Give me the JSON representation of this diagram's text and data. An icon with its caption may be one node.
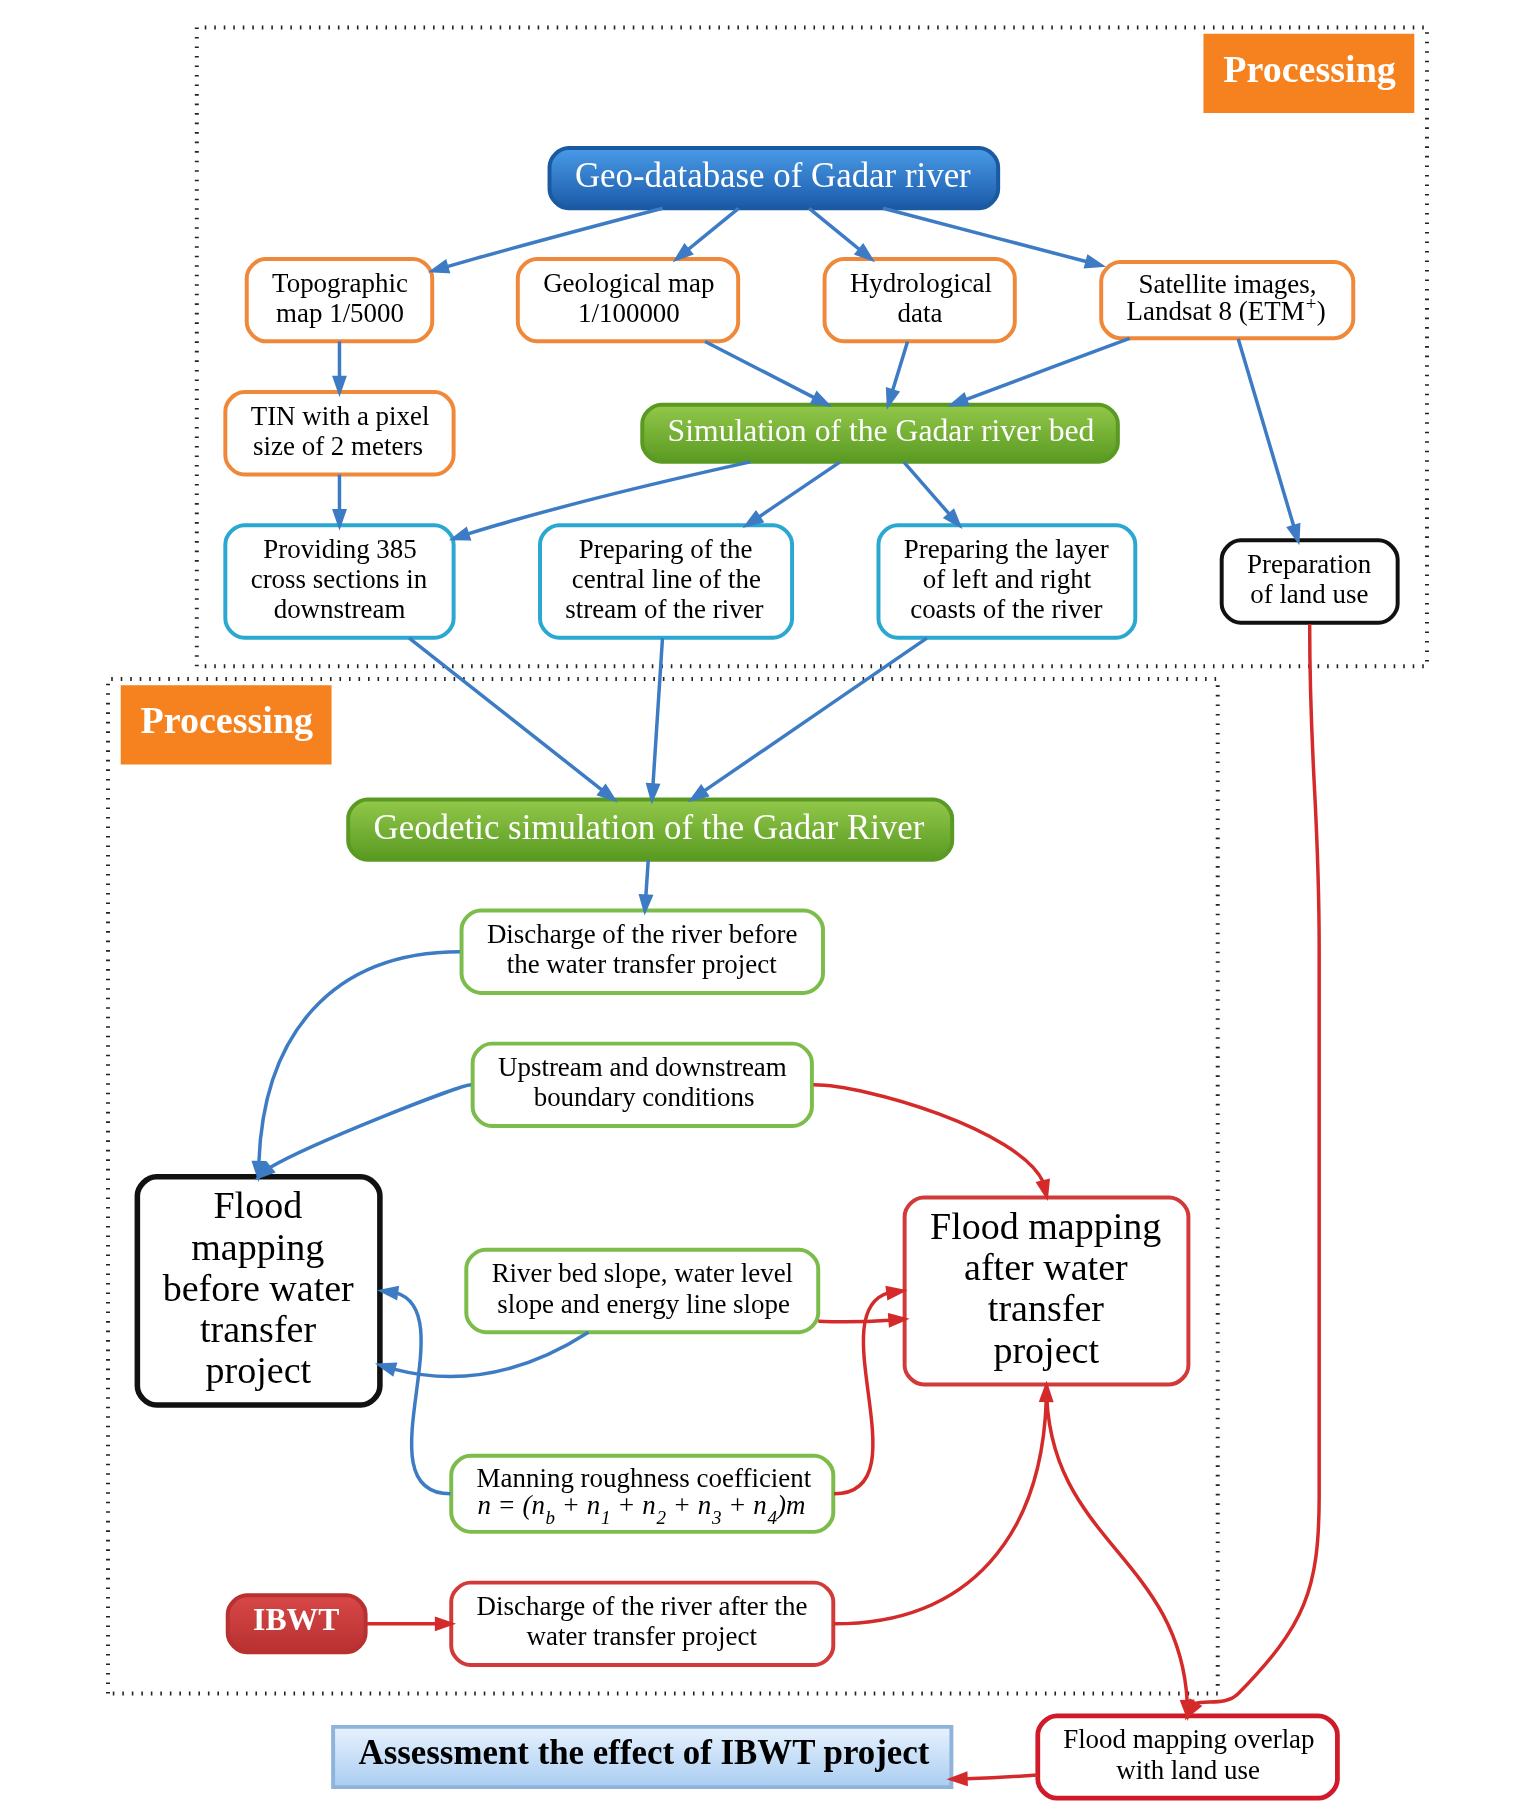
{
  "diagram": {
    "nodes": [
      {
        "text": [
          "Processing"
        ]
      },
      {
        "text": [
          "Geo-database of Gadar river"
        ],
        "in": 0
      },
      {
        "text": [
          "Topographic map 1/5000"
        ],
        "in": 0
      },
      {
        "text": [
          "Geological map 1/100000"
        ],
        "in": 0
      },
      {
        "text": [
          "Hydrological data"
        ],
        "in": 0
      },
      {
        "text": [
          "Satellite images, Landsat 8 (ETM$^{+}$)"
        ],
        "in": 0
      },
      {
        "text": [
          "TIN with a pixel size of 2 meters"
        ],
        "in": 0
      },
      {
        "text": [
          "Simulation of the Gadar river bed"
        ],
        "in": 0
      },
      {
        "text": [
          "Providing 385 cross sections in downstream"
        ],
        "in": 0
      },
      {
        "text": [
          "Preparing of the central line of the stream of the river"
        ],
        "in": 0
      },
      {
        "text": [
          "Preparing the layer of left and right coasts of the river"
        ],
        "in": 0
      },
      {
        "text": [
          "Preparation of land use"
        ],
        "in": 0
      },
      {
        "text": [
          "Processing"
        ]
      },
      {
        "text": [
          "Geodetic simulation of the Gadar River"
        ],
        "in": 12
      },
      {
        "text": [
          "Discharge of the river before the water transfer project"
        ],
        "in": 12
      },
      {
        "text": [
          "Upstream and downstream boundary conditions"
        ],
        "in": 12
      },
      {
        "text": [
          "Flood mapping before water transfer project"
        ],
        "in": 12
      },
      {
        "text": [
          "River bed slope, water level slope and energy line slope"
        ],
        "in": 12
      },
      {
        "text": [
          "Flood mapping after water transfer project"
        ],
        "in": 12
      },
      {
        "text": [
          "Manning roughness coefficient",
          "n = (n$_{b}$ + n$_{1}$ + n$_{2}$ + n$_{3}$ + n$_{4}$)m"
        ],
        "in": 12
      },
      {
        "text": [
          "IBWT"
        ],
        "in": 12
      },
      {
        "text": [
          "Discharge of the river after the water transfer project"
        ],
        "in": 12
      },
      {
        "text": [
          "Assessment the effect of IBWT project"
        ]
      },
      {
        "text": [
          "Flood mapping overlap with land use"
        ]
      }
    ],
    "edges": [
      {
        "from": 1,
        "to": 2,
        "arrow": "to"
      },
      {
        "from": 1,
        "to": 3,
        "arrow": "to"
      },
      {
        "from": 1,
        "to": 4,
        "arrow": "to"
      },
      {
        "from": 1,
        "to": 5,
        "arrow": "to"
      },
      {
        "from": 2,
        "to": 6,
        "arrow": "to"
      },
      {
        "from": 3,
        "to": 7,
        "arrow": "to"
      },
      {
        "from": 4,
        "to": 7,
        "arrow": "to"
      },
      {
        "from": 5,
        "to": 7,
        "arrow": "to"
      },
      {
        "from": 5,
        "to": 11,
        "arrow": "to"
      },
      {
        "from": 6,
        "to": 8,
        "arrow": "to"
      },
      {
        "from": 7,
        "to": 8,
        "arrow": "to"
      },
      {
        "from": 7,
        "to": 9,
        "arrow": "to"
      },
      {
        "from": 7,
        "to": 10,
        "arrow": "to"
      },
      {
        "from": 8,
        "to": 13,
        "arrow": "to"
      },
      {
        "from": 9,
        "to": 13,
        "arrow": "to"
      },
      {
        "from": 10,
        "to": 13,
        "arrow": "to"
      },
      {
        "from": 11,
        "to": 23,
        "arrow": "to",
        "color": "#d42a2a"
      },
      {
        "from": 13,
        "to": 14,
        "arrow": "to"
      },
      {
        "from": 14,
        "to": 16,
        "arrow": "to"
      },
      {
        "from": 15,
        "to": 16,
        "arrow": "to"
      },
      {
        "from": 17,
        "to": 16,
        "arrow": "to"
      },
      {
        "from": 19,
        "to": 16,
        "arrow": "to"
      },
      {
        "from": 15,
        "to": 18,
        "arrow": "to",
        "color": "#d42a2a"
      },
      {
        "from": 17,
        "to": 18,
        "arrow": "to",
        "color": "#d42a2a"
      },
      {
        "from": 19,
        "to": 18,
        "arrow": "to",
        "color": "#d42a2a"
      },
      {
        "from": 21,
        "to": 18,
        "arrow": "to",
        "color": "#d42a2a"
      },
      {
        "from": 20,
        "to": 21,
        "arrow": "to",
        "color": "#d42a2a"
      },
      {
        "from": 18,
        "to": 23,
        "arrow": "to",
        "color": "#d42a2a"
      },
      {
        "from": 23,
        "to": 22,
        "arrow": "to",
        "color": "#d42a2a"
      }
    ]
  }
}
